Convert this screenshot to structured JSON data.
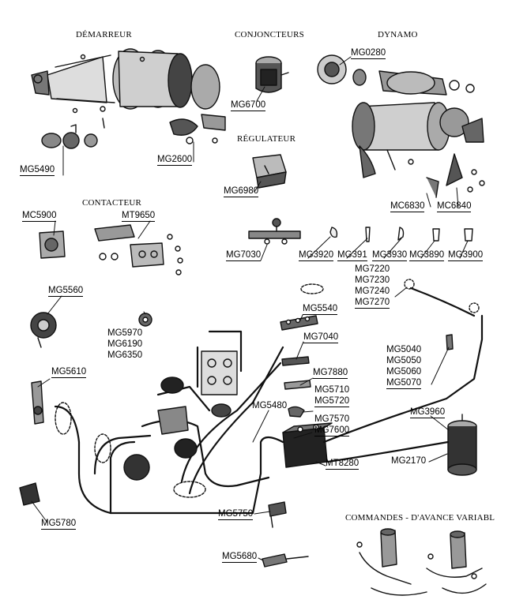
{
  "sections": {
    "demarreur": "DÉMARREUR",
    "conjoncteurs": "CONJONCTEURS",
    "dynamo": "DYNAMO",
    "regulateur": "RÉGULATEUR",
    "contacteur": "CONTACTEUR",
    "commandes": "COMMANDES - D'AVANCE VARIABL"
  },
  "parts": {
    "mg0280": "MG0280",
    "mg6700": "MG6700",
    "mg5490": "MG5490",
    "mg2600": "MG2600",
    "mg6980": "MG6980",
    "mc6830": "MC6830",
    "mc6840": "MC6840",
    "mc5900": "MC5900",
    "mt9650": "MT9650",
    "mg7030": "MG7030",
    "mg3920": "MG3920",
    "mg391": "MG391",
    "mg3930": "MG3930",
    "mg3890": "MG3890",
    "mg3900": "MG3900",
    "mg7220": "MG7220",
    "mg7230": "MG7230",
    "mg7240": "MG7240",
    "mg7270": "MG7270",
    "mg5560": "MG5560",
    "mg5540": "MG5540",
    "mg7040": "MG7040",
    "mg5970": "MG5970",
    "mg6190": "MG6190",
    "mg6350": "MG6350",
    "mg5040": "MG5040",
    "mg5050": "MG5050",
    "mg5060": "MG5060",
    "mg5070": "MG5070",
    "mg7880": "MG7880",
    "mg5710": "MG5710",
    "mg5720": "MG5720",
    "mg5610": "MG5610",
    "mg5480": "MG5480",
    "mg7570": "MG7570",
    "mg7600": "MG7600",
    "mg3960": "MG3960",
    "mt8280": "MT8280",
    "mg2170": "MG2170",
    "mg5780": "MG5780",
    "mg5750": "MG5750",
    "mg5680": "MG5680"
  }
}
